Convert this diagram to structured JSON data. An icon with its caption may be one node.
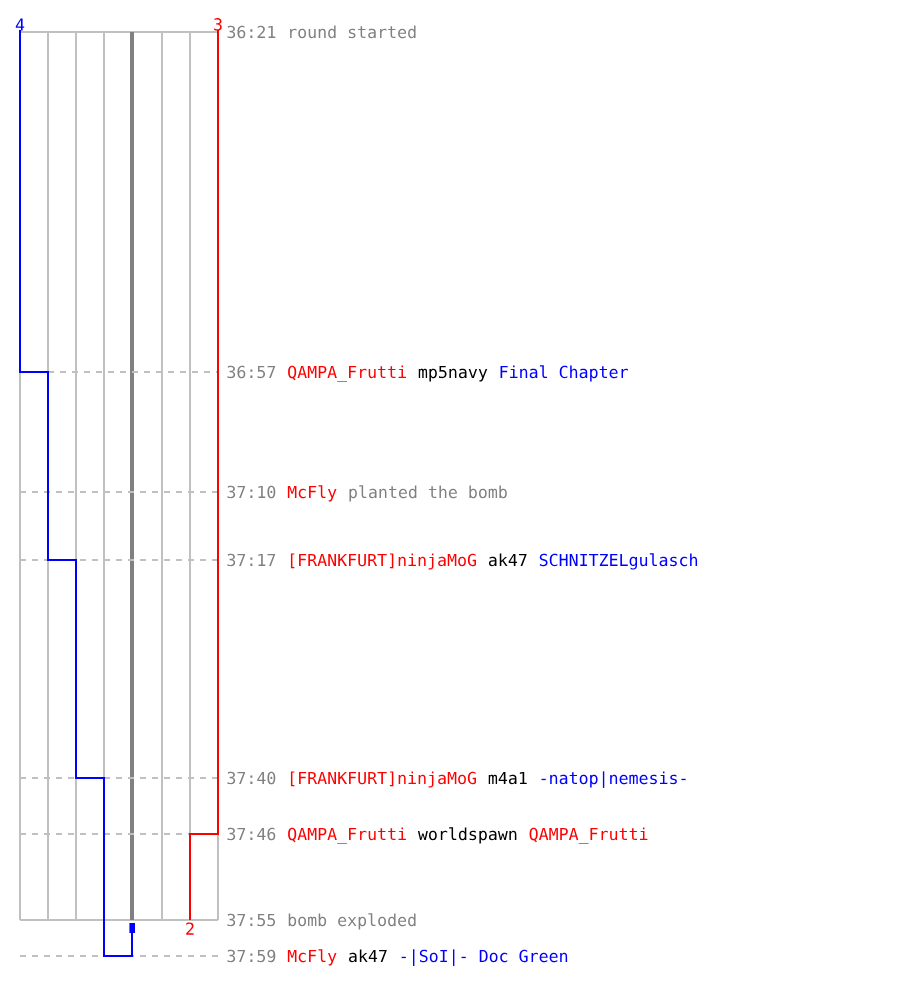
{
  "diagram": {
    "labels": [
      "4",
      "3",
      "36:21",
      "round started",
      "36:57",
      "QAMPA_Frutti",
      "mp5navy",
      "Final Chapter",
      "37:10",
      "McFly",
      "planted the bomb",
      "37:17",
      "[FRANKFURT]ninjaMoG",
      "ak47",
      "SCHNITZELgulasch",
      "37:40",
      "[FRANKFURT]ninjaMoG",
      "m4a1",
      "-natop|nemesis-",
      "37:46",
      "QAMPA_Frutti",
      "worldspawn",
      "QAMPA_Frutti",
      "2",
      "37:55",
      "bomb exploded",
      "37:59",
      "McFly",
      "ak47",
      "-|SoI|- Doc Green"
    ]
  }
}
